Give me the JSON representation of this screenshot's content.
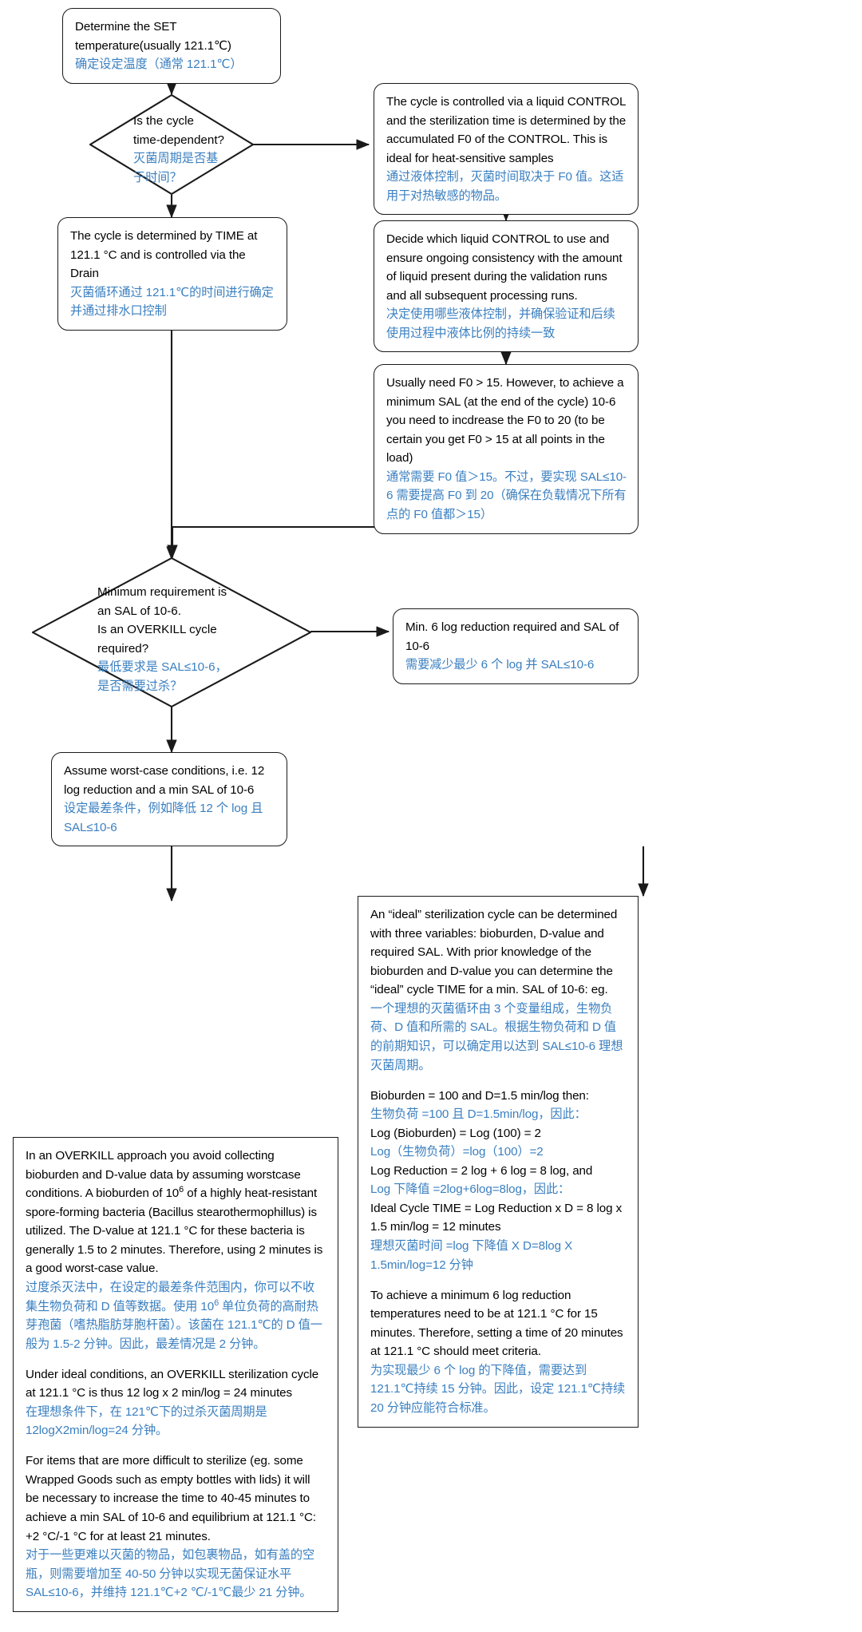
{
  "diagram": {
    "title": "Sterilization cycle determination flowchart",
    "accent_zh_color": "#3a7fc0",
    "line_color": "#1a1a1a"
  },
  "nodes": {
    "set_temp": {
      "en": "Determine the SET temperature(usually 121.1℃)",
      "zh": "确定设定温度（通常 121.1℃）"
    },
    "decision_time": {
      "en_line1": "Is the cycle",
      "en_line2": "time-dependent?",
      "zh_line1": "灭菌周期是否基",
      "zh_line2": "于时间？"
    },
    "control_f0": {
      "en": "The cycle is controlled via a liquid CONTROL and the sterilization time is determined by the accumulated F0 of the CONTROL. This is ideal for heat-sensitive samples",
      "zh": "通过液体控制，灭菌时间取决于 F0 值。这适用于对热敏感的物品。"
    },
    "time_drain": {
      "en": "The cycle is determined by TIME at 121.1 °C and is controlled via the Drain",
      "zh": "灭菌循环通过 121.1℃的时间进行确定并通过排水口控制"
    },
    "decide_liquid": {
      "en": "Decide which liquid CONTROL to use and ensure ongoing consistency with the amount of liquid present during the validation runs and all subsequent processing runs.",
      "zh": "决定使用哪些液体控制，并确保验证和后续使用过程中液体比例的持续一致"
    },
    "f0_threshold": {
      "en": "Usually need F0 > 15. However, to achieve a minimum SAL (at the end of the cycle) 10-6 you need to incdrease the F0 to 20 (to be certain you get F0 > 15 at all points in the load)",
      "zh": "通常需要 F0 值＞15。不过，要实现 SAL≤10-6 需要提高 F0 到 20（确保在负载情况下所有点的 F0 值都＞15）"
    },
    "decision_overkill": {
      "en_line1": "Minimum requirement is",
      "en_line2": "an SAL of 10-6.",
      "en_line3": "Is an OVERKILL cycle",
      "en_line4": "required?",
      "zh_line1": "最低要求是 SAL≤10-6，",
      "zh_line2": "是否需要过杀？"
    },
    "min6log": {
      "en": "Min. 6 log reduction required and SAL of 10-6",
      "zh": "需要减少最少 6 个 log 并 SAL≤10-6"
    },
    "worst_case": {
      "en": "Assume worst-case conditions, i.e. 12 log reduction and a min SAL of 10-6",
      "zh": "设定最差条件，例如降低 12 个 log 且 SAL≤10-6"
    },
    "ideal_cycle": {
      "p1_en_a": "An “ideal” sterilization cycle can be determined with three variables: bioburden, D-value and required SAL. With prior knowledge of the bioburden and D-value you can determine the “ideal” cycle TIME for a min. SAL of 10-6: eg.",
      "p1_zh": "一个理想的灭菌循环由 3 个变量组成，生物负荷、D 值和所需的 SAL。根据生物负荷和 D 值的前期知识，可以确定用以达到 SAL≤10-6 理想灭菌周期。",
      "p2_en_1": "Bioburden = 100 and D=1.5 min/log then:",
      "p2_zh_1": "生物负荷 =100 且 D=1.5min/log，因此：",
      "p2_en_2": "Log (Bioburden) = Log (100) = 2",
      "p2_zh_2": "Log（生物负荷）=log（100）=2",
      "p2_en_3": "Log Reduction = 2 log + 6 log = 8 log, and",
      "p2_zh_3": "Log 下降值 =2log+6log=8log，因此：",
      "p2_en_4": "Ideal Cycle TIME = Log Reduction x D = 8 log x 1.5 min/log = 12 minutes",
      "p2_zh_4": "理想灭菌时间 =log 下降值 X D=8log X 1.5min/log=12 分钟",
      "p3_en": "To achieve a minimum 6 log reduction temperatures need to be at 121.1 °C for 15 minutes. Therefore, setting a time of 20 minutes at 121.1 °C should meet criteria.",
      "p3_zh": "为实现最少 6 个 log 的下降值，需要达到 121.1℃持续 15 分钟。因此，设定 121.1℃持续 20 分钟应能符合标准。"
    },
    "overkill_detail": {
      "p1_en_a": "In an OVERKILL approach you avoid collecting bioburden and D-value data by assuming worstcase conditions. A bioburden of 10",
      "p1_en_sup": "6",
      "p1_en_b": " of a highly heat-resistant spore-forming bacteria (Bacillus stearothermophillus) is utilized. The D-value at 121.1 °C for these bacteria is generally 1.5 to 2 minutes. Therefore, using 2 minutes is a good worst-case value.",
      "p1_zh_a": "过度杀灭法中，在设定的最差条件范围内，你可以不收集生物负荷和 D 值等数据。使用 10",
      "p1_zh_sup": "6",
      "p1_zh_b": " 单位负荷的高耐热芽孢菌（嗜热脂肪芽胞杆菌）。该菌在 121.1℃的 D 值一般为 1.5-2 分钟。因此，最差情况是 2 分钟。",
      "p2_en": "Under ideal conditions, an OVERKILL sterilization cycle at 121.1 °C is thus 12 log x 2 min/log = 24 minutes",
      "p2_zh": "在理想条件下，在 121℃下的过杀灭菌周期是 12logX2min/log=24 分钟。",
      "p3_en": "For items that are more difficult to sterilize (eg. some Wrapped Goods such as empty bottles with lids) it will be necessary to increase the time to 40-45 minutes to achieve a min SAL of 10-6 and equilibrium at 121.1 °C: +2 °C/-1 °C for at least 21 minutes.",
      "p3_zh": "对于一些更难以灭菌的物品，如包裹物品，如有盖的空瓶，则需要增加至 40-50 分钟以实现无菌保证水平 SAL≤10-6，并维持 121.1℃+2 ℃/-1℃最少 21 分钟。"
    }
  }
}
